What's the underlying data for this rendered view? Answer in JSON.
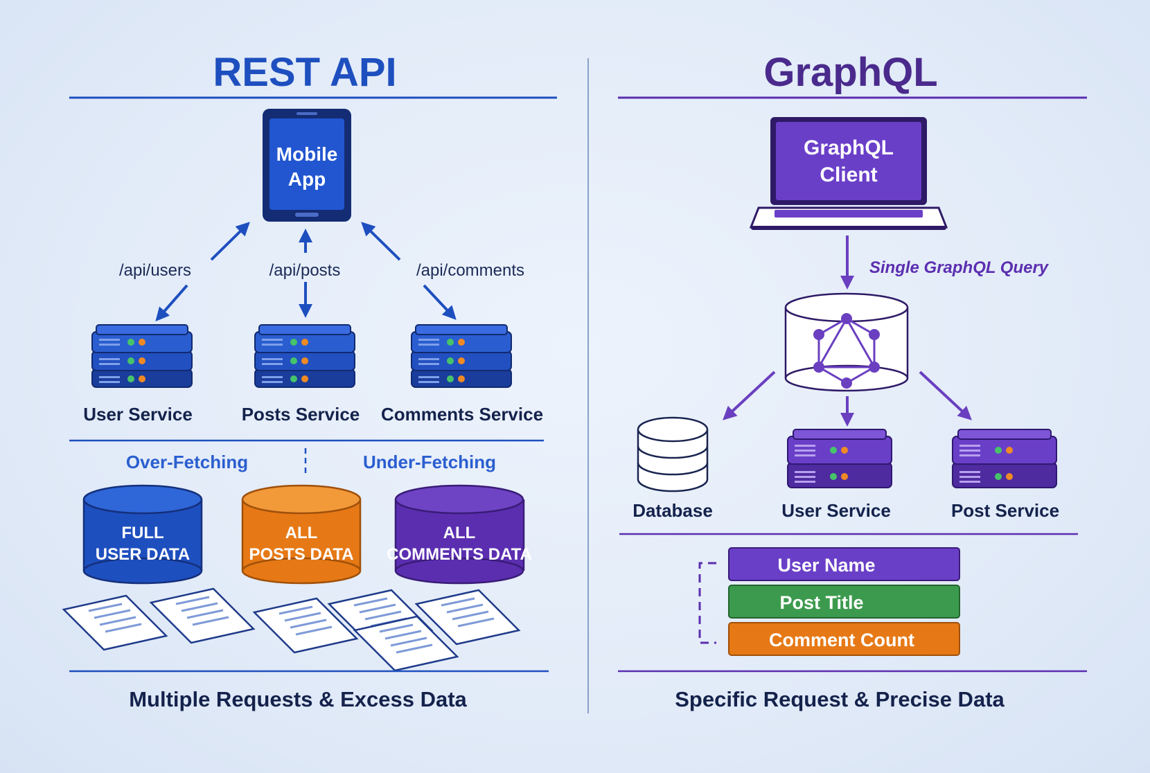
{
  "colors": {
    "rest_blue": "#1e4fbf",
    "graphql_purple": "#5b2eb0",
    "orange": "#e67916",
    "green": "#3c9a4e",
    "navy_text": "#14224c"
  },
  "rest": {
    "title": "REST API",
    "client_label_line1": "Mobile",
    "client_label_line2": "App",
    "endpoints": [
      "/api/users",
      "/api/posts",
      "/api/comments"
    ],
    "services": [
      "User Service",
      "Posts Service",
      "Comments Service"
    ],
    "problems": [
      "Over-Fetching",
      "Under-Fetching"
    ],
    "data_stores": [
      {
        "line1": "FULL",
        "line2": "USER DATA"
      },
      {
        "line1": "ALL",
        "line2": "POSTS DATA"
      },
      {
        "line1": "ALL",
        "line2": "COMMENTS DATA"
      }
    ],
    "footer": "Multiple Requests & Excess Data"
  },
  "graphql": {
    "title": "GraphQL",
    "client_label_line1": "GraphQL",
    "client_label_line2": "Client",
    "query_label": "Single GraphQL Query",
    "sources": [
      "Database",
      "User Service",
      "Post Service"
    ],
    "fields": [
      "User Name",
      "Post Title",
      "Comment Count"
    ],
    "footer": "Specific Request & Precise Data"
  },
  "icons": [
    "phone-icon",
    "laptop-icon",
    "server-icon",
    "database-icon",
    "document-icon",
    "graphql-logo-icon",
    "arrow-icon"
  ]
}
